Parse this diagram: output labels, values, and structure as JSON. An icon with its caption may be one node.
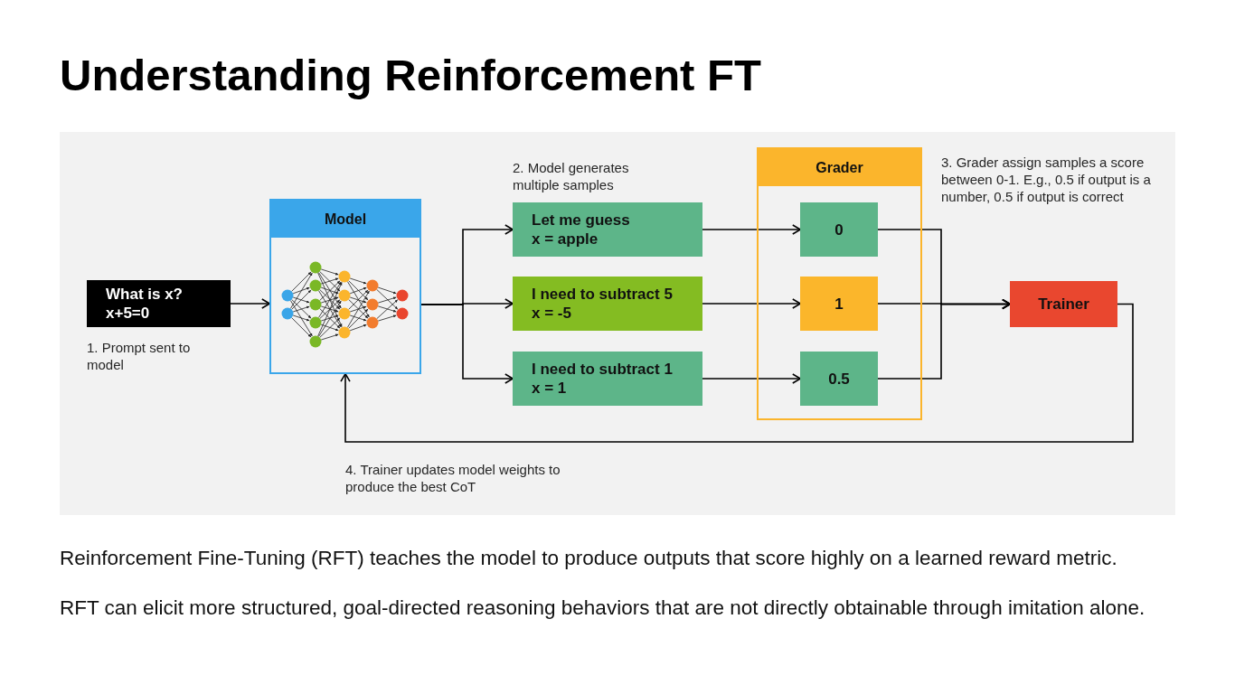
{
  "diagram": {
    "title": "Understanding Reinforcement FT",
    "nodes": [
      {
        "text": [
          "What is x?",
          "x+5=0"
        ],
        "beside": [
          "1. Prompt sent to model"
        ]
      },
      {
        "text": [
          "Model"
        ]
      },
      {
        "text": [
          "Let me guess",
          "x = apple"
        ],
        "beside": [
          "2. Model generates multiple samples"
        ]
      },
      {
        "text": [
          "I need to subtract 5",
          "x = -5"
        ]
      },
      {
        "text": [
          "I need to subtract 1",
          "x = 1"
        ]
      },
      {
        "text": [
          "Grader"
        ],
        "beside": [
          "3. Grader assign samples a score between 0-1. E.g., 0.5 if output is a number, 0.5 if output is correct"
        ]
      },
      {
        "text": [
          "0"
        ],
        "in": 5
      },
      {
        "text": [
          "1"
        ],
        "in": 5
      },
      {
        "text": [
          "0.5"
        ],
        "in": 5
      },
      {
        "text": [
          "Trainer"
        ]
      }
    ],
    "edges": [
      {
        "from": 0,
        "to": 1,
        "arrow": "to"
      },
      {
        "from": 1,
        "to": 2,
        "arrow": "to"
      },
      {
        "from": 1,
        "to": 3,
        "arrow": "to"
      },
      {
        "from": 1,
        "to": 4,
        "arrow": "to"
      },
      {
        "from": 2,
        "to": 6,
        "arrow": "to"
      },
      {
        "from": 3,
        "to": 7,
        "arrow": "to"
      },
      {
        "from": 4,
        "to": 8,
        "arrow": "to"
      },
      {
        "from": 6,
        "to": 9,
        "arrow": "to"
      },
      {
        "from": 7,
        "to": 9,
        "arrow": "to"
      },
      {
        "from": 8,
        "to": 9,
        "arrow": "to"
      },
      {
        "from": 9,
        "to": 1,
        "arrow": "to"
      }
    ],
    "labels": [
      "4. Trainer updates model weights to produce the best CoT",
      "Reinforcement Fine-Tuning (RFT) teaches the model to produce outputs that score highly on a learned reward metric.",
      "RFT can elicit more structured, goal-directed reasoning behaviors that are not directly obtainable through imitation alone."
    ]
  }
}
